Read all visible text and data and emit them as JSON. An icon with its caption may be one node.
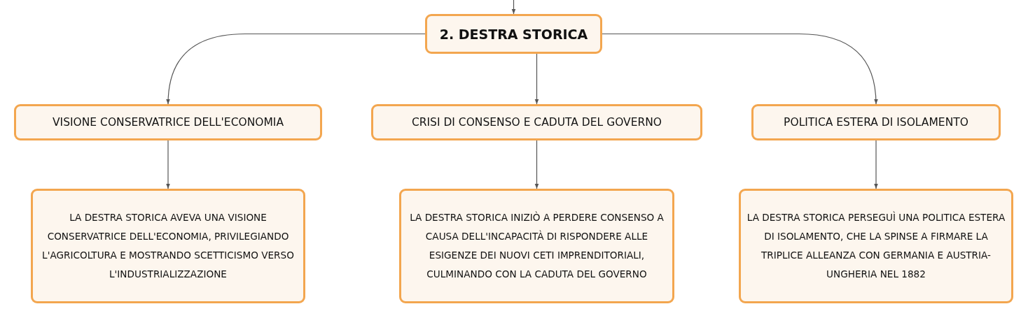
{
  "diagram": {
    "nodes": [
      {
        "text": [
          "2. DESTRA STORICA"
        ]
      },
      {
        "text": [
          "VISIONE CONSERVATRICE DELL'ECONOMIA"
        ]
      },
      {
        "text": [
          "CRISI DI CONSENSO E CADUTA DEL GOVERNO"
        ]
      },
      {
        "text": [
          "POLITICA ESTERA DI ISOLAMENTO"
        ]
      },
      {
        "text": [
          "LA DESTRA STORICA AVEVA UNA VISIONE CONSERVATRICE DELL'ECONOMIA, PRIVILEGIANDO L'AGRICOLTURA E MOSTRANDO SCETTICISMO VERSO L'INDUSTRIALIZZAZIONE"
        ]
      },
      {
        "text": [
          "LA DESTRA STORICA INIZIÒ A PERDERE CONSENSO A CAUSA DELL'INCAPACITÀ DI RISPONDERE ALLE ESIGENZE DEI NUOVI CETI IMPRENDITORIALI, CULMINANDO CON LA CADUTA DEL GOVERNO"
        ]
      },
      {
        "text": [
          "LA DESTRA STORICA PERSEGUÌ UNA POLITICA ESTERA DI ISOLAMENTO, CHE LA SPINSE A FIRMARE LA TRIPLICE ALLEANZA CON GERMANIA E AUSTRIA-UNGHERIA NEL 1882"
        ]
      }
    ],
    "edges": [
      {
        "from": null,
        "to": 0,
        "arrow": "to"
      },
      {
        "from": 0,
        "to": 1,
        "arrow": "to"
      },
      {
        "from": 0,
        "to": 2,
        "arrow": "to"
      },
      {
        "from": 0,
        "to": 3,
        "arrow": "to"
      },
      {
        "from": 1,
        "to": 4,
        "arrow": "to"
      },
      {
        "from": 2,
        "to": 5,
        "arrow": "to"
      },
      {
        "from": 3,
        "to": 6,
        "arrow": "to"
      }
    ]
  }
}
